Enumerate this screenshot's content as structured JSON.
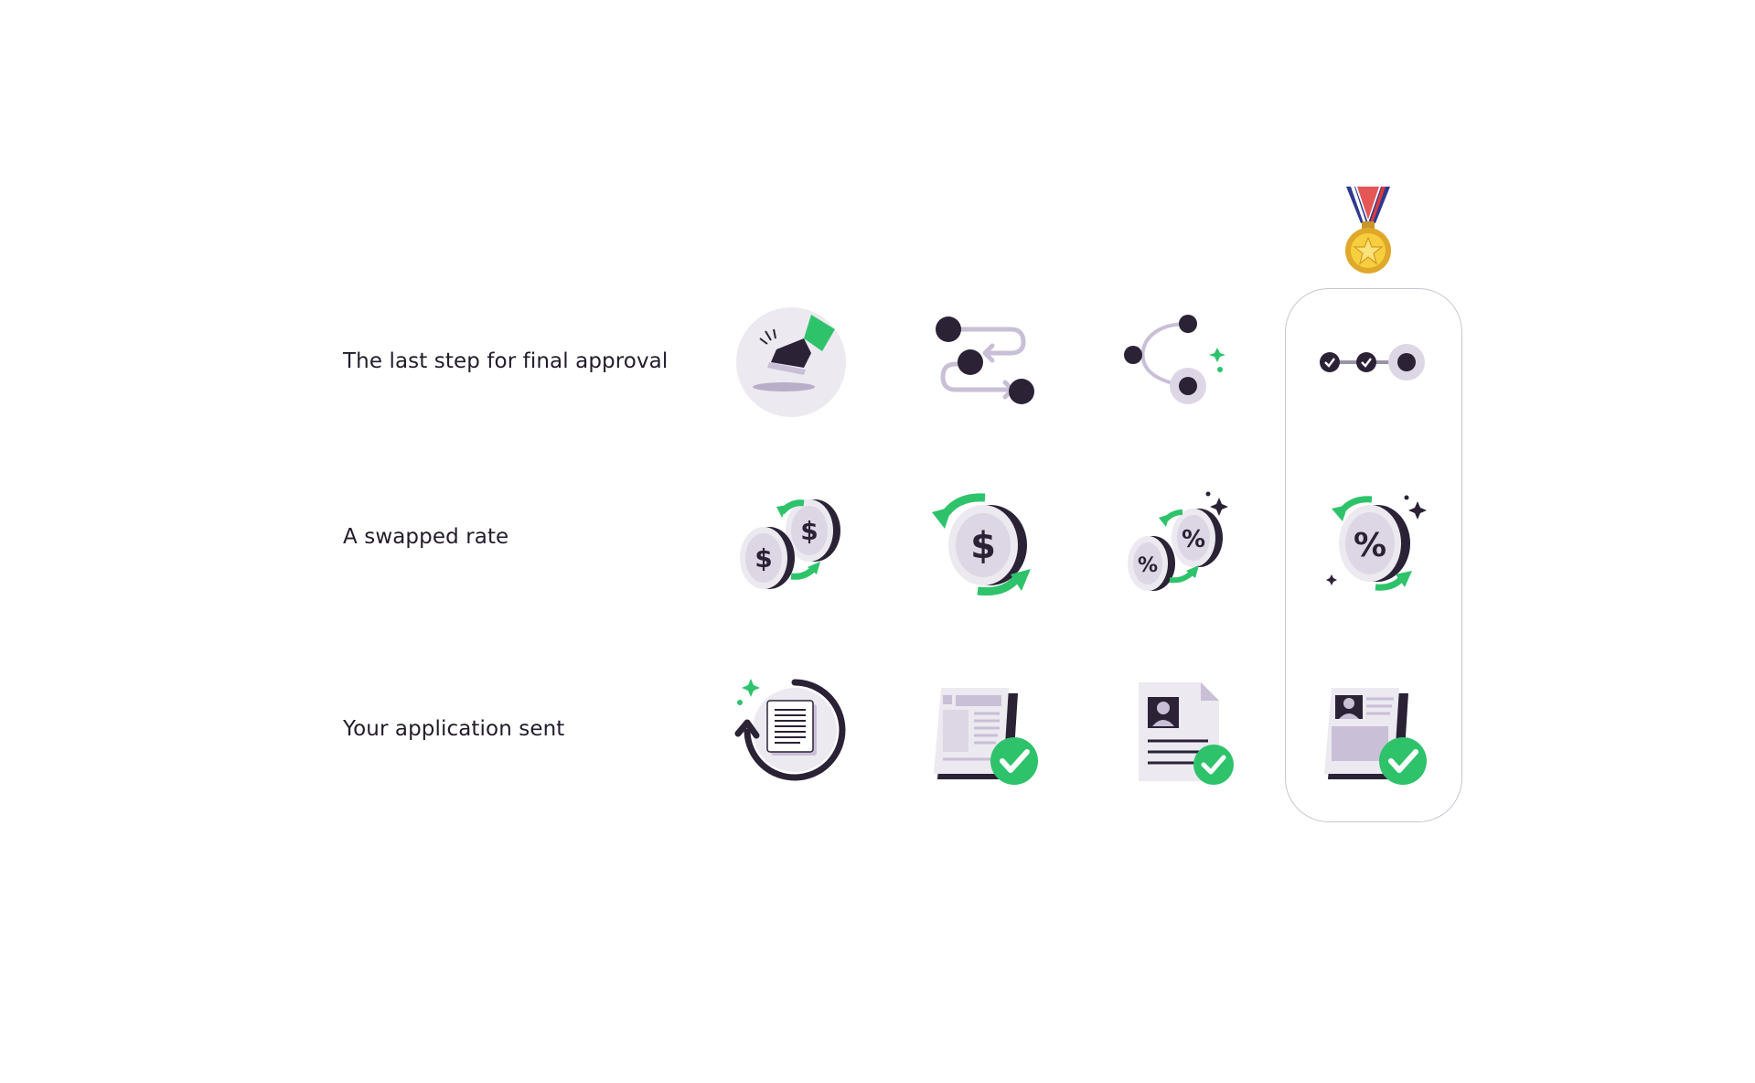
{
  "rows": [
    {
      "label": "The last step for final approval"
    },
    {
      "label": "A swapped rate"
    },
    {
      "label": "Your application sent"
    }
  ],
  "icons": {
    "row1": [
      "shoe-step-icon",
      "winding-path-icon",
      "branch-path-icon",
      "progress-steps-icon"
    ],
    "row2": [
      "swap-dollar-coins-icon",
      "dollar-coin-refresh-icon",
      "swap-percent-coins-icon",
      "percent-coin-refresh-icon"
    ],
    "row3": [
      "document-refresh-icon",
      "newspaper-check-icon",
      "profile-document-check-icon",
      "profile-card-check-icon"
    ]
  },
  "highlight": {
    "badge": "gold-medal-icon",
    "column": 4
  },
  "colors": {
    "text": "#221c2b",
    "dark": "#2b2236",
    "green": "#2ec36b",
    "lavender": "#c9bfd6",
    "light": "#ece9f1",
    "card_border": "#c9c5d2",
    "gold": "#f2c12e"
  }
}
